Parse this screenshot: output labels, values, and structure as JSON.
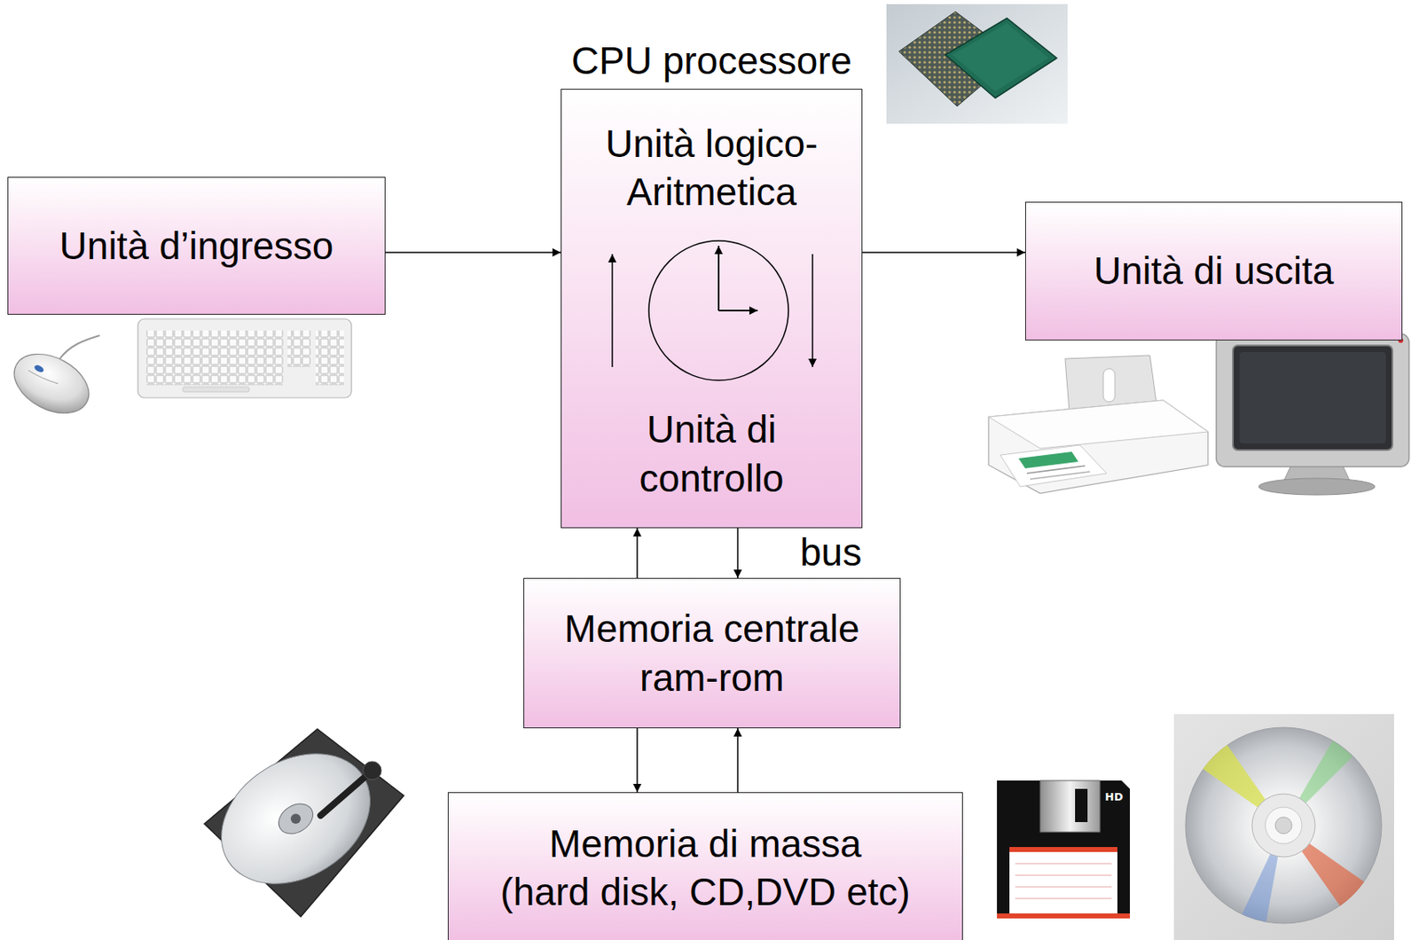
{
  "diagram": {
    "nodes": [
      {
        "text": [
          "CPU processore",
          "Unità logico- Aritmetica",
          "Unità di controllo"
        ]
      },
      {
        "text": [
          "Unità d’ingresso"
        ]
      },
      {
        "text": [
          "Unità di uscita"
        ]
      },
      {
        "text": [
          "Memoria centrale ram-rom"
        ]
      },
      {
        "text": [
          "Memoria di massa (hard disk, CD,DVD etc)"
        ]
      }
    ],
    "edges": [
      {
        "from": 1,
        "to": 0,
        "arrow": "to"
      },
      {
        "from": 0,
        "to": 2,
        "arrow": "to"
      },
      {
        "from": 3,
        "to": 0,
        "arrow": "to"
      },
      {
        "from": 0,
        "to": 3,
        "arrow": "to",
        "label": "bus"
      },
      {
        "from": 3,
        "to": 4,
        "arrow": "to"
      },
      {
        "from": 4,
        "to": 3,
        "arrow": "to"
      }
    ],
    "labels": [
      "HD"
    ]
  }
}
